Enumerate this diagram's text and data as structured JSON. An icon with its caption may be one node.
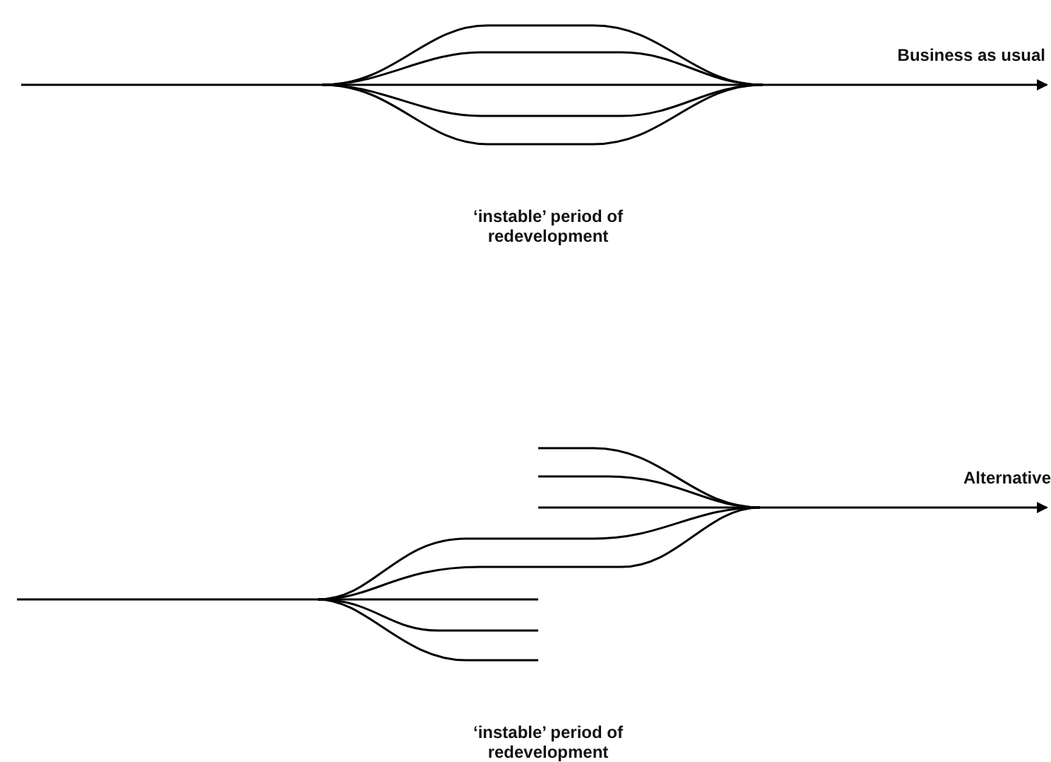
{
  "diagram": {
    "labels": [
      "Business as usual",
      "‘instable’ period of redevelopment",
      "Alternative",
      "‘instable’ period of redevelopment"
    ]
  }
}
